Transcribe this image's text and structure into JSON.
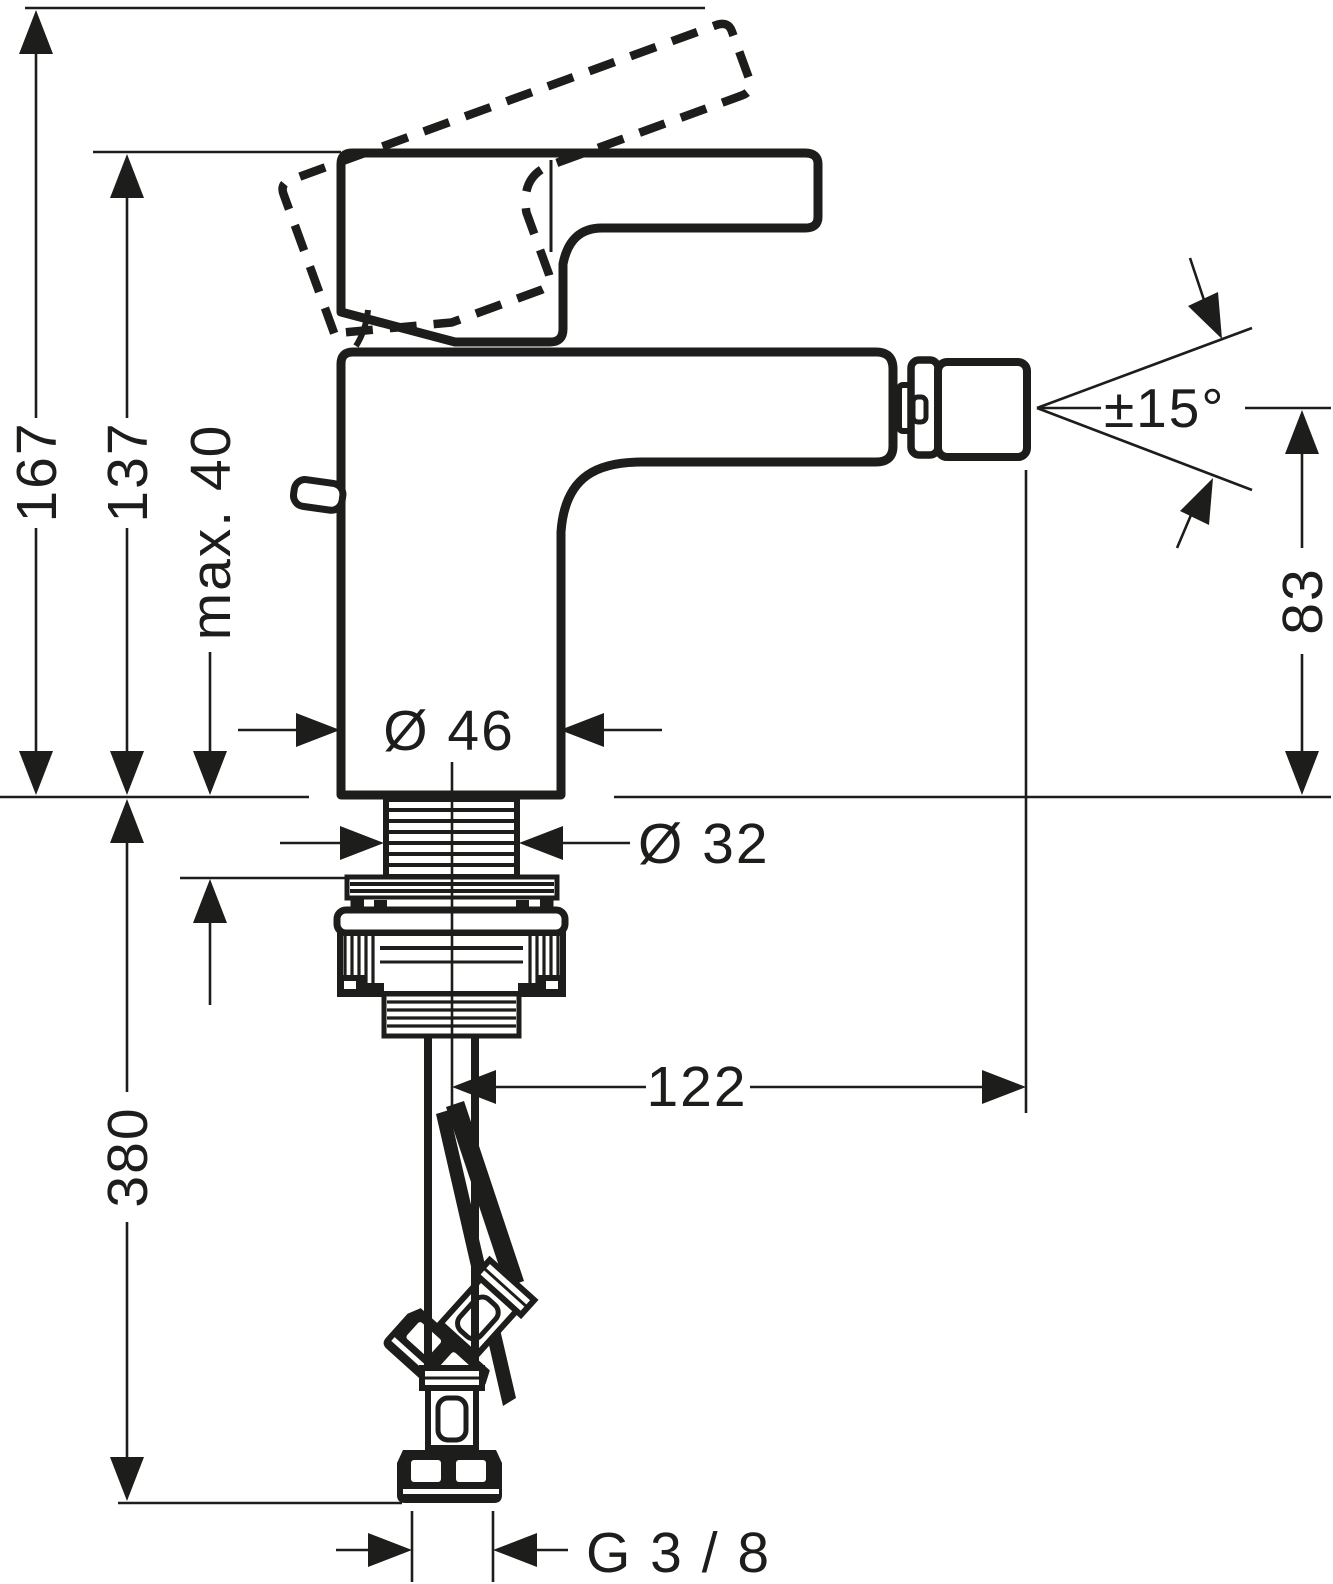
{
  "drawing": {
    "type": "technical-dimension-drawing",
    "background_color": "#ffffff",
    "ink_color": "#1d1d1b",
    "labels": {
      "total_height": "167",
      "handle_height": "137",
      "max_mounting_thickness": "max. 40",
      "below_deck_depth": "380",
      "swivel_angle": "±15°",
      "spout_height": "83",
      "body_diameter": "Ø 46",
      "shank_diameter": "Ø 32",
      "spout_reach": "122",
      "connection_thread": "G 3 / 8"
    }
  }
}
